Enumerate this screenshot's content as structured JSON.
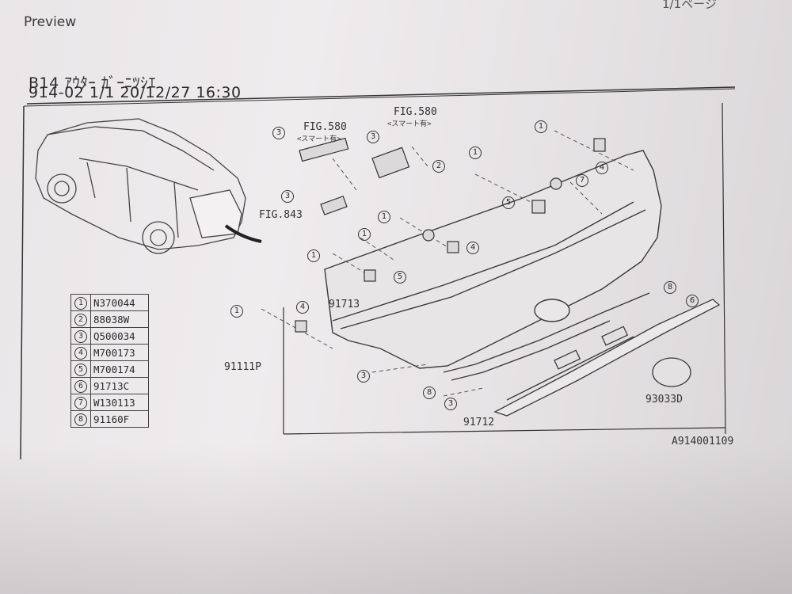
{
  "header": {
    "preview_label": "Preview",
    "corner_text": "1/1ページ"
  },
  "title": {
    "line1": "B14 ｱｳﾀｰ ｶﾞｰﾆﾂｼｴ",
    "line2": "914-02  1/1  20/12/27 16:30"
  },
  "figure_refs": {
    "fig580_left": "FIG.580",
    "fig580_left_note": "<スマート有>",
    "fig580_right": "FIG.580",
    "fig580_right_note": "<スマート有>",
    "fig843": "FIG.843"
  },
  "part_labels": {
    "p91713": "91713",
    "p91111p": "91111P",
    "p91712": "91712",
    "p93033d": "93033D",
    "drawing_id": "A914001109"
  },
  "legend": [
    {
      "num": "1",
      "code": "N370044"
    },
    {
      "num": "2",
      "code": "88038W"
    },
    {
      "num": "3",
      "code": "Q500034"
    },
    {
      "num": "4",
      "code": "M700173"
    },
    {
      "num": "5",
      "code": "M700174"
    },
    {
      "num": "6",
      "code": "91713C"
    },
    {
      "num": "7",
      "code": "W130113"
    },
    {
      "num": "8",
      "code": "91160F"
    }
  ],
  "callouts": [
    "1",
    "2",
    "3",
    "4",
    "5",
    "6",
    "7",
    "8"
  ]
}
